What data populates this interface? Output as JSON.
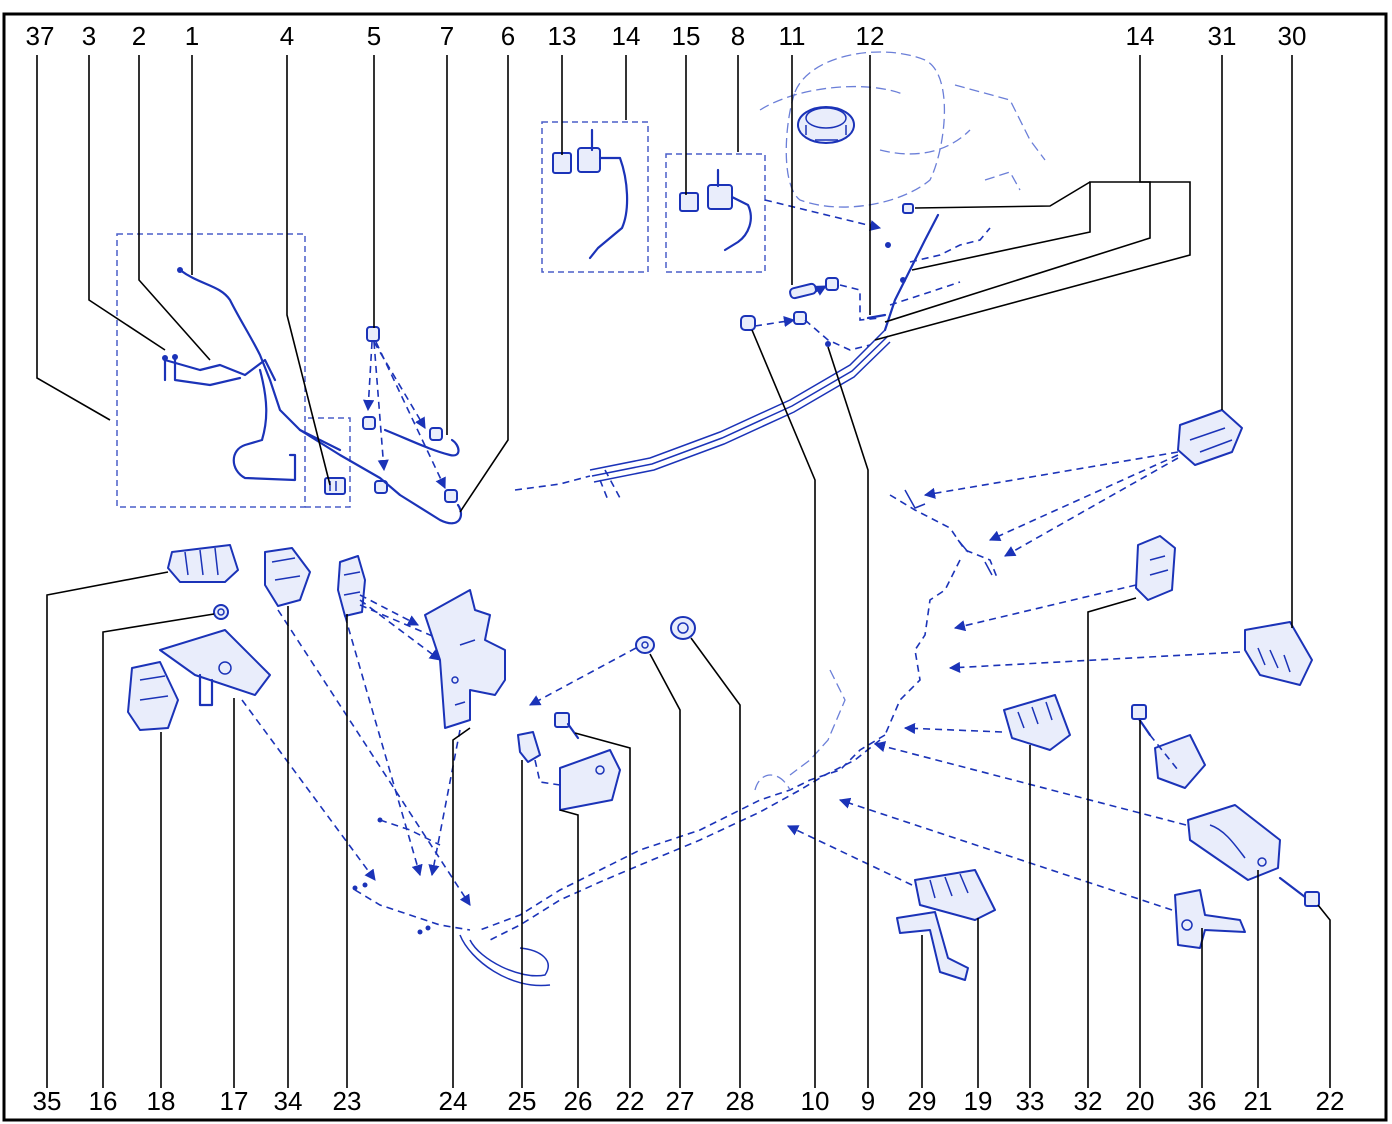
{
  "callouts_top": [
    {
      "id": "c37",
      "label": "37"
    },
    {
      "id": "c3",
      "label": "3"
    },
    {
      "id": "c2",
      "label": "2"
    },
    {
      "id": "c1",
      "label": "1"
    },
    {
      "id": "c4",
      "label": "4"
    },
    {
      "id": "c5",
      "label": "5"
    },
    {
      "id": "c7",
      "label": "7"
    },
    {
      "id": "c6",
      "label": "6"
    },
    {
      "id": "c13",
      "label": "13"
    },
    {
      "id": "c14a",
      "label": "14"
    },
    {
      "id": "c15",
      "label": "15"
    },
    {
      "id": "c8",
      "label": "8"
    },
    {
      "id": "c11",
      "label": "11"
    },
    {
      "id": "c12",
      "label": "12"
    },
    {
      "id": "c14b",
      "label": "14"
    },
    {
      "id": "c31",
      "label": "31"
    },
    {
      "id": "c30",
      "label": "30"
    }
  ],
  "callouts_bottom": [
    {
      "id": "b35",
      "label": "35"
    },
    {
      "id": "b16",
      "label": "16"
    },
    {
      "id": "b18",
      "label": "18"
    },
    {
      "id": "b17",
      "label": "17"
    },
    {
      "id": "b34",
      "label": "34"
    },
    {
      "id": "b23",
      "label": "23"
    },
    {
      "id": "b24",
      "label": "24"
    },
    {
      "id": "b25",
      "label": "25"
    },
    {
      "id": "b26",
      "label": "26"
    },
    {
      "id": "b22a",
      "label": "22"
    },
    {
      "id": "b27",
      "label": "27"
    },
    {
      "id": "b28",
      "label": "28"
    },
    {
      "id": "b10",
      "label": "10"
    },
    {
      "id": "b9",
      "label": "9"
    },
    {
      "id": "b29",
      "label": "29"
    },
    {
      "id": "b19",
      "label": "19"
    },
    {
      "id": "b33",
      "label": "33"
    },
    {
      "id": "b32",
      "label": "32"
    },
    {
      "id": "b20",
      "label": "20"
    },
    {
      "id": "b36",
      "label": "36"
    },
    {
      "id": "b21",
      "label": "21"
    },
    {
      "id": "b22b",
      "label": "22"
    }
  ],
  "colors": {
    "line": "#1b33b8",
    "callout": "#000000"
  }
}
